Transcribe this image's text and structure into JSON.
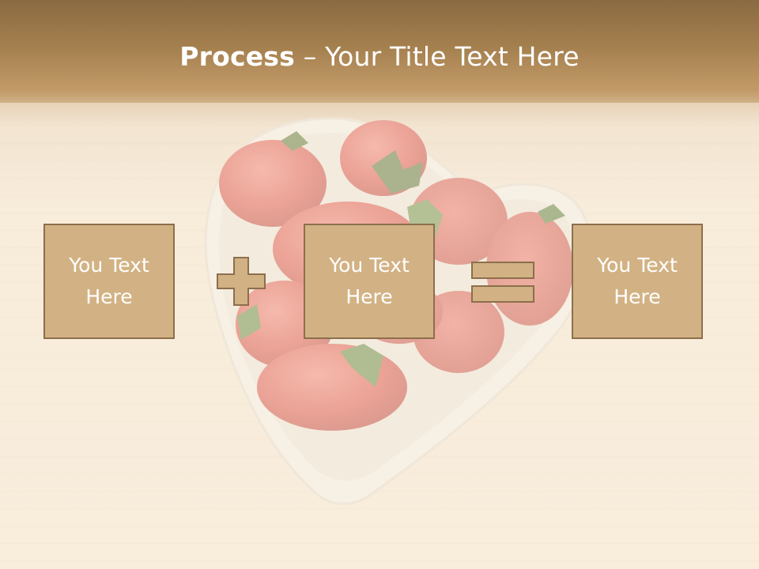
{
  "slide": {
    "title_bold": "Process",
    "title_sep": " – ",
    "title_rest": "Your Title Text Here"
  },
  "boxes": [
    {
      "text": "You Text Here"
    },
    {
      "text": "You Text Here"
    },
    {
      "text": "You Text Here"
    }
  ],
  "operators": [
    "plus-icon",
    "equals-icon"
  ],
  "colors": {
    "box_fill": "#d2b284",
    "box_border": "#8c6f4c",
    "title": "#ffffff",
    "header_band": "#a5804f"
  }
}
